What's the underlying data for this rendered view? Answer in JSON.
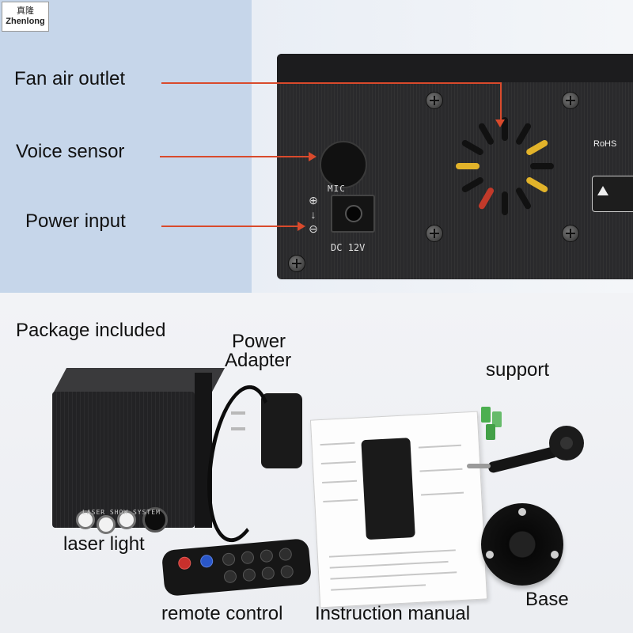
{
  "watermark": {
    "chinese": "真隆",
    "brand": "Zhenlong"
  },
  "top_callouts": {
    "fan_air_outlet": "Fan air outlet",
    "voice_sensor": "Voice sensor",
    "power_input": "Power input"
  },
  "device_markings": {
    "mic": "MIC",
    "dc": "DC 12V",
    "rohs": "RoHS"
  },
  "package": {
    "heading": "Package included",
    "items": {
      "power_adapter_line1": "Power",
      "power_adapter_line2": "Adapter",
      "support": "support",
      "laser_light": "laser light",
      "laser_box_marking": "LASER SHOW SYSTEM",
      "remote_control": "remote control",
      "instruction_manual": "Instruction manual",
      "base": "Base"
    }
  },
  "colors": {
    "arrow": "#d94a2c",
    "left_panel": "#c6d6ea"
  }
}
